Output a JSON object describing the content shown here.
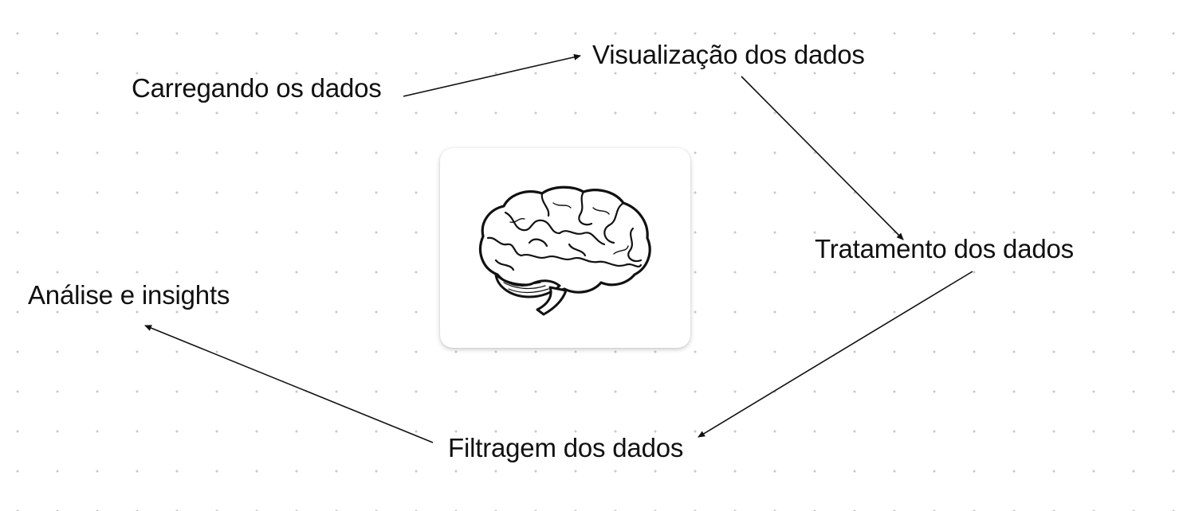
{
  "diagram": {
    "nodes": [
      {
        "id": "carregando",
        "label": "Carregando os dados"
      },
      {
        "id": "visualizacao",
        "label": "Visualização dos dados"
      },
      {
        "id": "tratamento",
        "label": "Tratamento dos dados"
      },
      {
        "id": "filtragem",
        "label": "Filtragem dos dados"
      },
      {
        "id": "analise",
        "label": "Análise e insights"
      }
    ],
    "edges": [
      {
        "from": "carregando",
        "to": "visualizacao"
      },
      {
        "from": "visualizacao",
        "to": "tratamento"
      },
      {
        "from": "tratamento",
        "to": "filtragem"
      },
      {
        "from": "filtragem",
        "to": "analise"
      }
    ],
    "center_image": {
      "icon": "brain-icon"
    }
  },
  "colors": {
    "text": "#111111",
    "arrow": "#111111",
    "grid_dot": "#c9c9c9",
    "background": "#ffffff"
  }
}
